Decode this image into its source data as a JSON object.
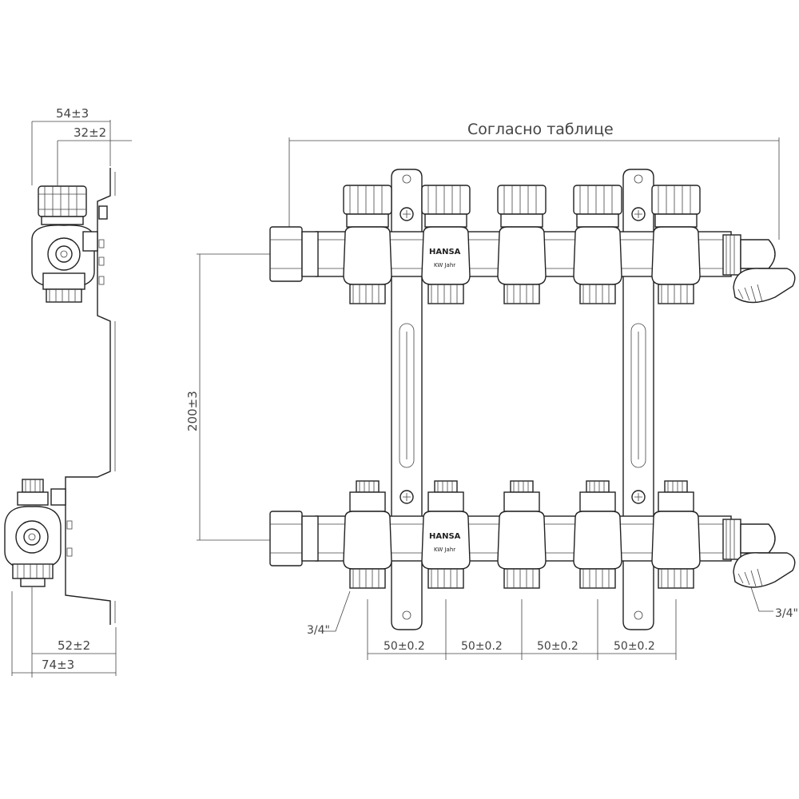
{
  "dimensions": {
    "top_overall": "Согласно таблице",
    "side_top_outer": "54±3",
    "side_top_inner": "32±2",
    "side_bottom_inner": "52±2",
    "side_bottom_outer": "74±3",
    "vertical_spacing": "200±3",
    "pitch_1": "50±0.2",
    "pitch_2": "50±0.2",
    "pitch_3": "50±0.2",
    "pitch_4": "50±0.2",
    "thread_left": "3/4\"",
    "thread_right": "3/4\""
  },
  "labels": {
    "brand_upper": "HANSA",
    "mark_upper": "KW  Jahr",
    "brand_lower": "HANSA",
    "mark_lower": "KW  Jahr"
  },
  "colors": {
    "line": "#222222",
    "dimension": "#444444",
    "background": "#ffffff"
  }
}
